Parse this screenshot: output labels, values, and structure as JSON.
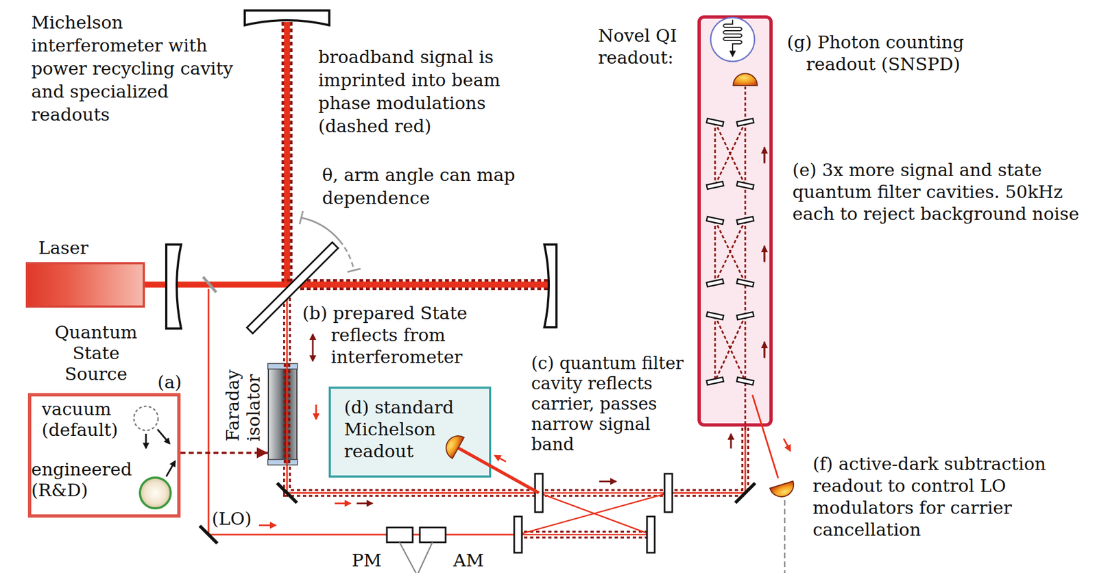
{
  "diagram": {
    "title": "Michelson interferometer with power recycling cavity and specialized readouts",
    "nodes": [
      {
        "text": [
          "Laser"
        ]
      },
      {
        "text": [
          "Quantum State Source",
          "(a)",
          "vacuum (default)",
          "engineered (R&D)"
        ]
      },
      {
        "text": [
          "Faraday isolator"
        ]
      },
      {
        "text": [
          "(d) standard Michelson readout"
        ]
      },
      {
        "text": [
          "Novel QI readout:",
          "(g) Photon counting readout (SNSPD)"
        ]
      }
    ],
    "edges": [
      {
        "from": 1,
        "to": 2,
        "arrow": "to"
      }
    ],
    "labels": [
      "broadband signal is imprinted into beam phase modulations (dashed red)",
      "θ, arm angle can map dependence",
      "(b) prepared State reflects from interferometer",
      "(c) quantum filter cavity reflects carrier, passes narrow signal band",
      "(e) 3x more signal and state quantum filter cavities. 50kHz each to reject background noise",
      "(f) active-dark subtraction readout to control LO modulators for carrier cancellation",
      "(LO)",
      "PM",
      "AM"
    ]
  }
}
